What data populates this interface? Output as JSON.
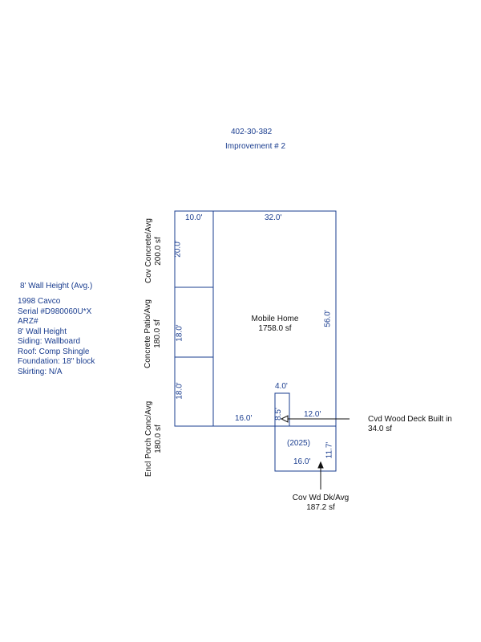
{
  "header": {
    "parcel": "402-30-382",
    "improvement": "Improvement # 2"
  },
  "notes": {
    "wall_height_avg": "8' Wall Height (Avg.)",
    "lines": [
      "1998 Cavco",
      "Serial #D980060U*X",
      "ARZ#",
      "8' Wall Height",
      "Siding: Wallboard",
      "Roof: Comp Shingle",
      "Foundation: 18\" block",
      "Skirting: N/A"
    ]
  },
  "areas": {
    "cov_concrete": {
      "name": "Cov Concrete/Avg",
      "area": "200.0 sf"
    },
    "concrete_patio": {
      "name": "Concrete Patio/Avg",
      "area": "180.0 sf"
    },
    "encl_porch": {
      "name": "Encl Porch Conc/Avg",
      "area": "180.0 sf"
    },
    "mobile_home": {
      "name": "Mobile Home",
      "area": "1758.0 sf"
    },
    "cvd_wood_deck": {
      "name": "Cvd Wood Deck Built in",
      "area": "34.0 sf"
    },
    "cov_wd_dk": {
      "name": "Cov Wd Dk/Avg",
      "area": "187.2 sf",
      "year": "(2025)"
    }
  },
  "dimensions": {
    "cov_concrete_width": "10.0'",
    "mobile_home_width": "32.0'",
    "cov_concrete_height": "20.0'",
    "patio_height": "18.0'",
    "porch_height": "18.0'",
    "mobile_home_height": "56.0'",
    "small_deck_width": "4.0'",
    "small_deck_height": "8.5'",
    "bottom_left": "16.0'",
    "bottom_right": "12.0'",
    "deck_height": "11.7'",
    "deck_width": "16.0'"
  },
  "colors": {
    "lines": "#1a3d8f",
    "labels": "#111111"
  }
}
